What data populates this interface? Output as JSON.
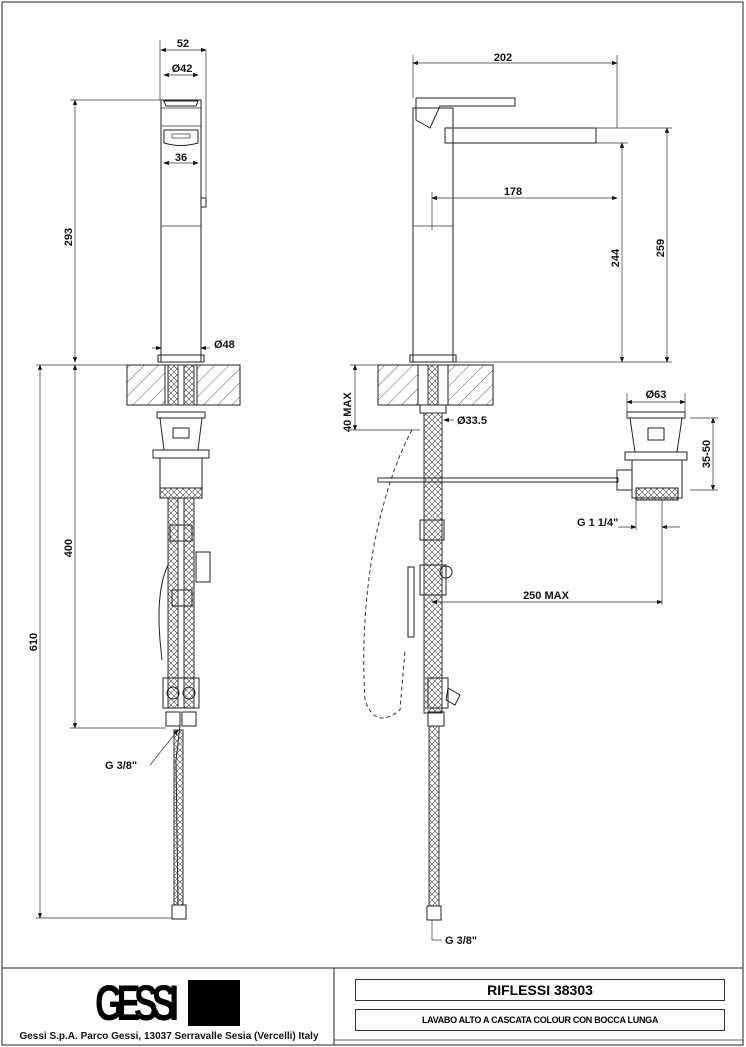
{
  "drawing": {
    "side_view": {
      "dims": {
        "width_52": "52",
        "dia_42": "Ø42",
        "width_36": "36",
        "height_293": "293",
        "dia_48": "Ø48",
        "height_400": "400",
        "height_610": "610",
        "thread_g38": "G  3/8\""
      }
    },
    "front_view": {
      "dims": {
        "width_202": "202",
        "reach_178": "178",
        "height_244": "244",
        "height_259": "259",
        "max_40": "40  MAX",
        "dia_33_5": "Ø33.5",
        "dia_63": "Ø63",
        "range_35_50": "35-50",
        "thread_g114": "G  1  1/4\"",
        "max_250": "250  MAX",
        "thread_g38": "G  3/8\""
      }
    }
  },
  "title_block": {
    "logo": "GESSI",
    "company": "Gessi S.p.A. Parco Gessi, 13037 Serravalle Sesia (Vercelli) Italy",
    "product": "RIFLESSI  38303",
    "description": "LAVABO ALTO A CASCATA COLOUR CON BOCCA LUNGA"
  }
}
